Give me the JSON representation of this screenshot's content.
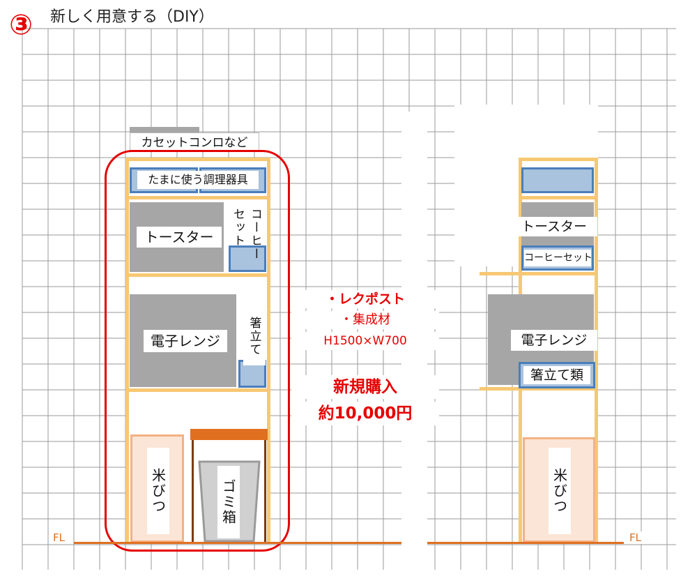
{
  "title": {
    "number": "③",
    "text": "新しく用意する（DIY）"
  },
  "floor_label_left": "FL",
  "floor_label_right": "FL",
  "left_unit": {
    "top_item": "カセットコンロなど",
    "shelf1": "たまに使う調理器具",
    "toaster": "トースター",
    "coffee_set": "コーヒーセット",
    "microwave": "電子レンジ",
    "chopstick_stand": "箸立て",
    "rice_bin": "米びつ",
    "trash_box": "ゴミ箱"
  },
  "notes": {
    "line1": "・レクポスト",
    "line2": "・集成材",
    "line3": "H1500×W700",
    "line4": "新規購入",
    "line5": "約10,000円"
  },
  "right_unit": {
    "toaster": "トースター",
    "coffee_set": "コーヒーセット",
    "microwave": "電子レンジ",
    "chopstick_stand": "箸立て類",
    "rice_bin": "米びつ"
  }
}
